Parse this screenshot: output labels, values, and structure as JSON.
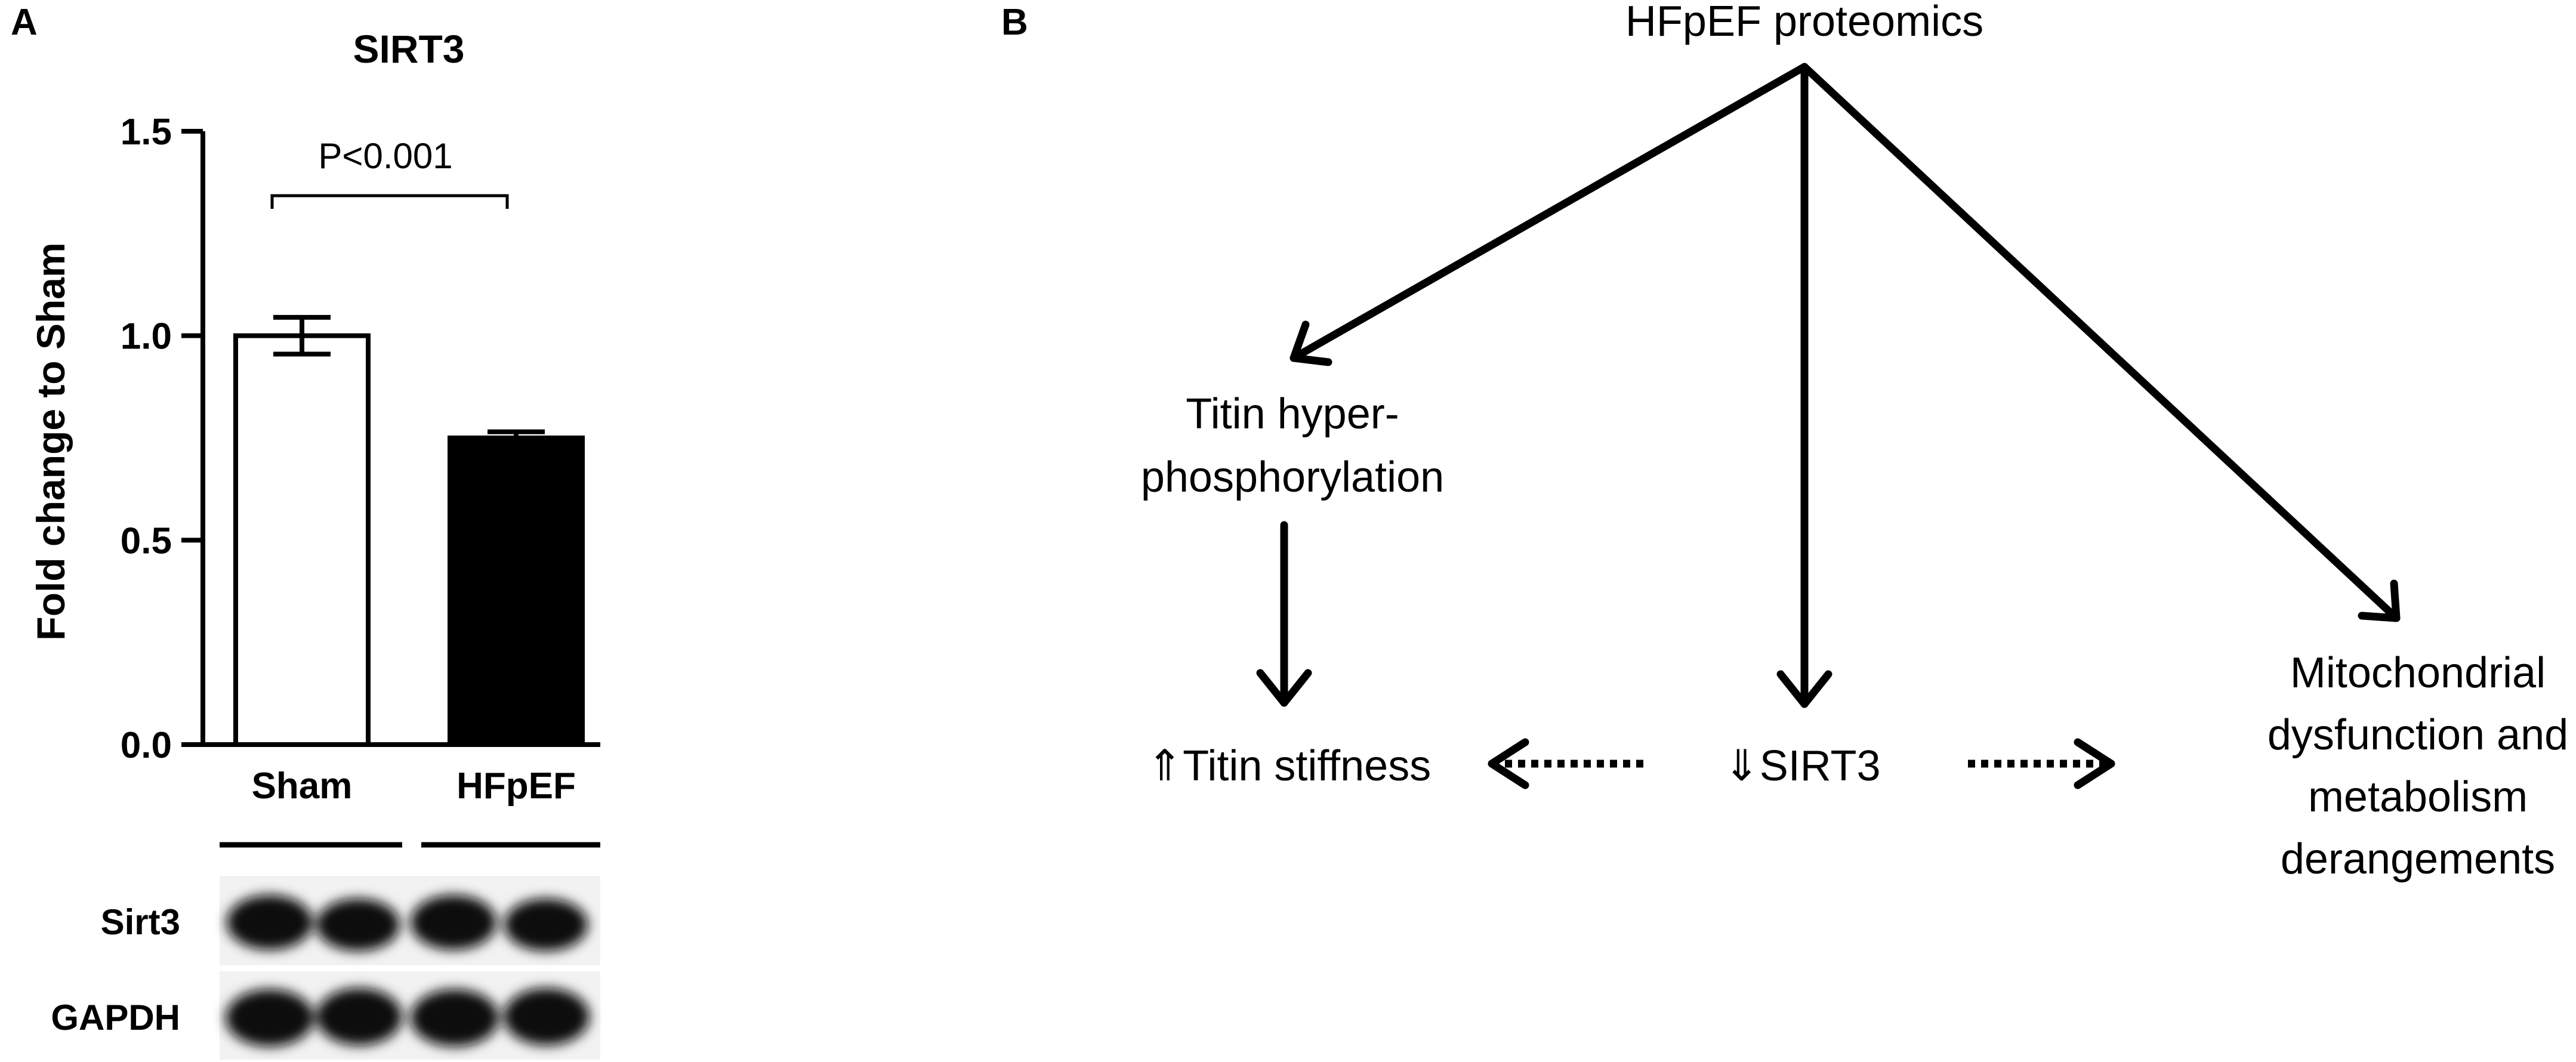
{
  "panel_a": {
    "label": "A",
    "blot": {
      "rows": [
        "Sirt3",
        "GAPDH"
      ]
    }
  },
  "panel_b": {
    "label": "B",
    "top": "HFpEF proteomics",
    "titin_line1": "Titin hyper-",
    "titin_line2": "phosphorylation",
    "stiffness": "⇑Titin stiffness",
    "sirt3": "⇓SIRT3",
    "mito_line1": "Mitochondrial",
    "mito_line2": "dysfunction and",
    "mito_line3": "metabolism",
    "mito_line4": "derangements"
  },
  "chart_data": {
    "type": "bar",
    "title": "SIRT3",
    "ylabel": "Fold change to Sham",
    "categories": [
      "Sham",
      "HFpEF"
    ],
    "values": [
      1.0,
      0.75
    ],
    "errors": [
      0.045,
      0.015
    ],
    "fills": [
      "#ffffff",
      "#000000"
    ],
    "ylim": [
      0,
      1.5
    ],
    "yticks": [
      0.0,
      0.5,
      1.0,
      1.5
    ],
    "ytick_labels": [
      "0.0",
      "0.5",
      "1.0",
      "1.5"
    ],
    "annotation": "P<0.001",
    "grid": false
  }
}
